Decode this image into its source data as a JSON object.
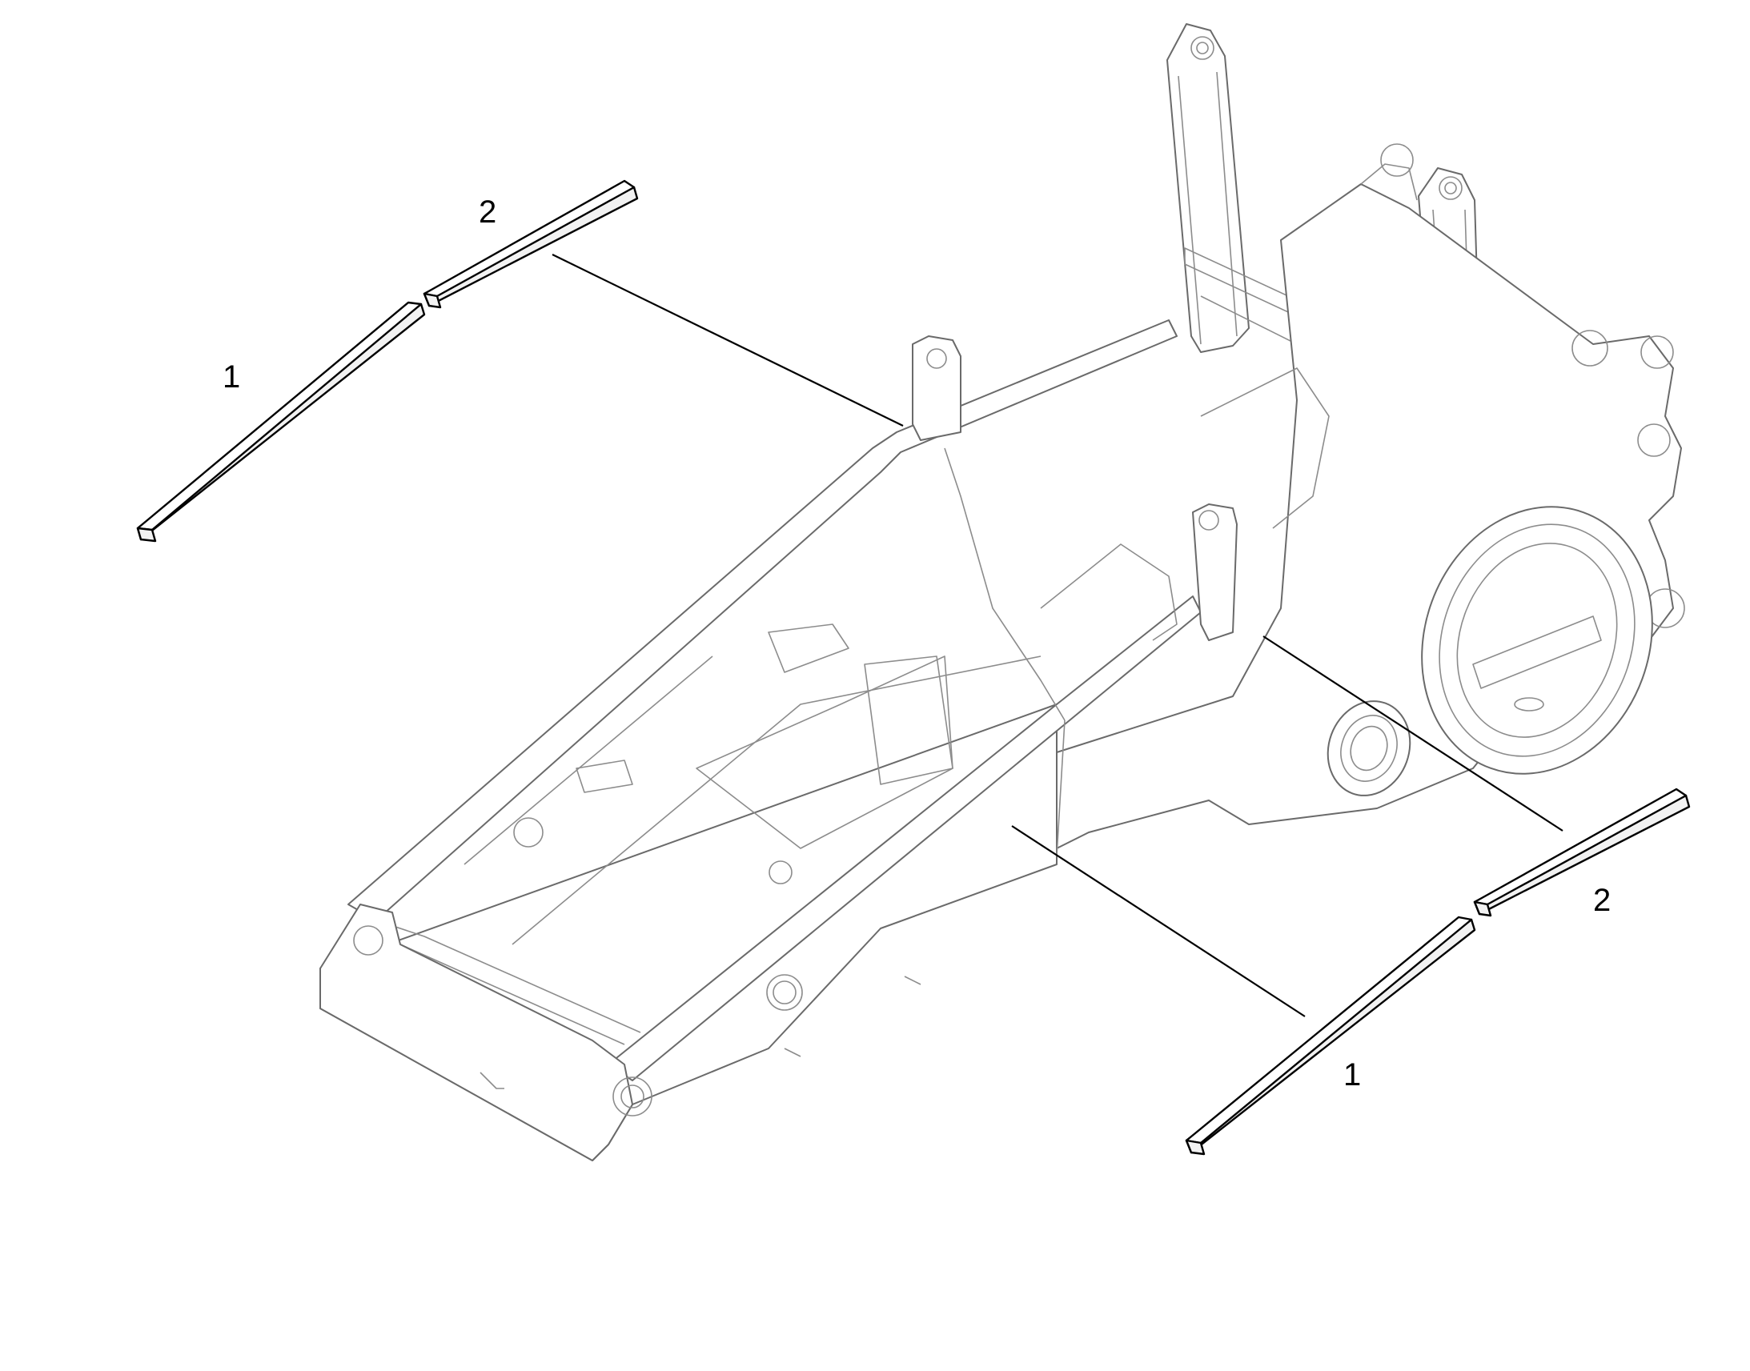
{
  "callouts": {
    "upper_left_strip_label": "1",
    "upper_right_strip_label": "2",
    "lower_left_strip_label": "1",
    "lower_right_strip_label": "2"
  },
  "colors": {
    "frame_stroke": "#6a6a6a",
    "part_stroke": "#000000",
    "background": "#ffffff"
  }
}
